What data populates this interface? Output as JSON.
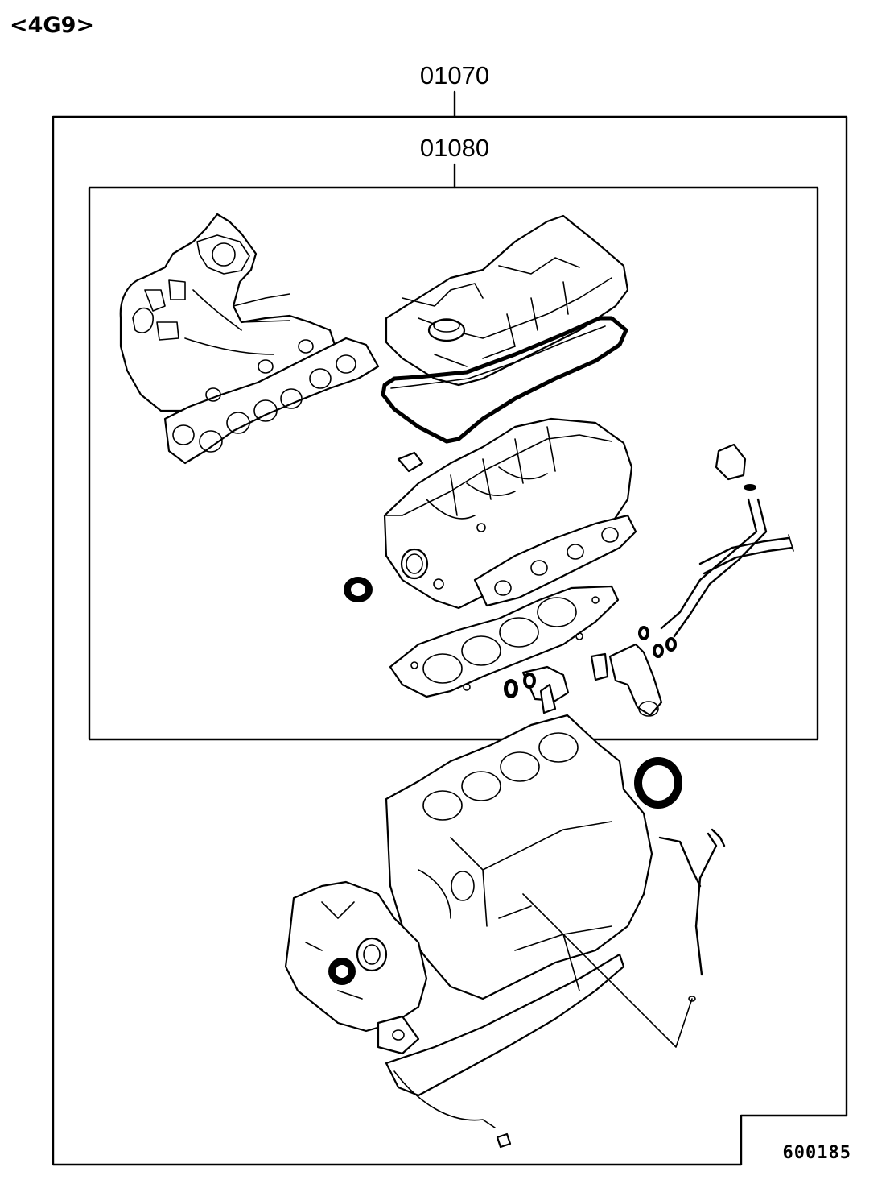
{
  "header": {
    "engine_code": "<4G9>"
  },
  "callouts": {
    "overhaul_kit": "01070",
    "upper_kit": "01080"
  },
  "footer": {
    "diagram_code": "600185"
  },
  "icons": [
    "intake-manifold-gasket",
    "rocker-cover",
    "rocker-cover-gasket",
    "cylinder-head",
    "head-gasket",
    "exhaust-manifold-gasket",
    "thermostat-housing",
    "water-pipe",
    "oil-seal",
    "cylinder-block",
    "oil-pan",
    "timing-cover",
    "crankshaft-oil-seal"
  ]
}
